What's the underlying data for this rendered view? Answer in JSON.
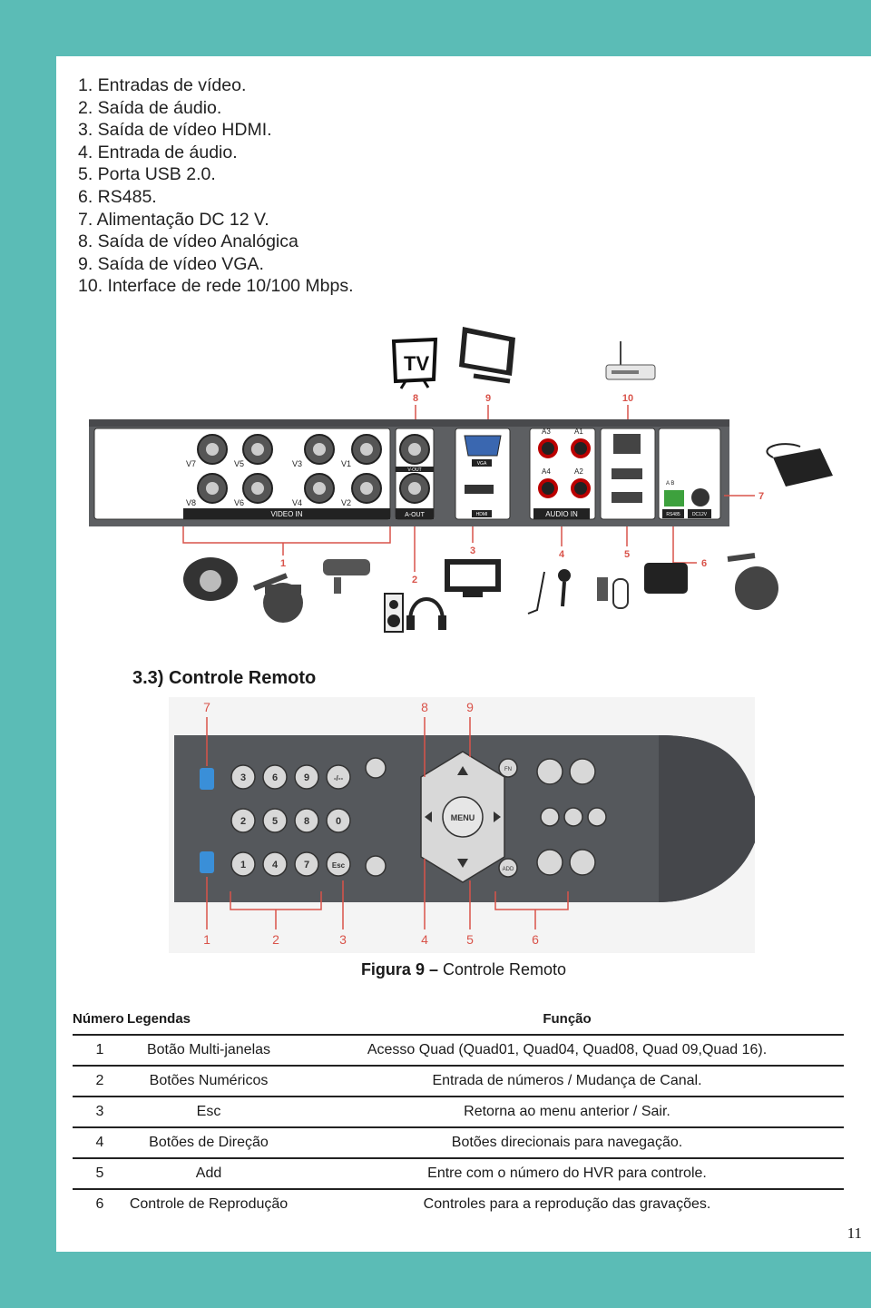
{
  "intro_list": [
    "1. Entradas de vídeo.",
    "2. Saída de áudio.",
    "3. Saída de vídeo HDMI.",
    "4. Entrada de áudio.",
    "5. Porta USB 2.0.",
    "6. RS485.",
    "7. Alimentação DC 12 V.",
    "8. Saída de vídeo Analógica",
    "9. Saída de vídeo VGA.",
    "10. Interface de rede 10/100 Mbps."
  ],
  "dvr_figure": {
    "top_callouts": [
      "8",
      "9",
      "10"
    ],
    "bottom_callouts": [
      "1",
      "2",
      "3",
      "4",
      "5",
      "6",
      "7"
    ],
    "tv_label": "TV",
    "video_in_ports": [
      "V7",
      "V5",
      "V3",
      "V1",
      "V8",
      "V6",
      "V4",
      "V2"
    ],
    "panel_labels": {
      "video_in": "VIDEO IN",
      "v_out": "V-OUT",
      "a_out": "A-OUT",
      "vga": "VGA",
      "hdmi": "HDMI",
      "audio_in": "AUDIO IN",
      "audio_ports": [
        "A3",
        "A1",
        "A4",
        "A2"
      ],
      "rs485": "RS485",
      "dc12v": "DC12V",
      "ab": "A  B"
    }
  },
  "section_heading": "3.3) Controle Remoto",
  "remote_figure": {
    "top_callouts": [
      "7",
      "8",
      "9"
    ],
    "bottom_callouts": [
      "1",
      "2",
      "3",
      "4",
      "5",
      "6"
    ],
    "keys": {
      "menu": "MENU",
      "esc": "Esc",
      "fn": "FN",
      "add": "ADD",
      "numbers_row1": [
        "3",
        "6",
        "9",
        "-/--"
      ],
      "numbers_row2": [
        "2",
        "5",
        "8",
        "0"
      ],
      "numbers_row3": [
        "1",
        "4",
        "7"
      ]
    }
  },
  "caption": {
    "bold": "Figura 9 –",
    "text": " Controle Remoto"
  },
  "table": {
    "headers": [
      "Número",
      "Legendas",
      "Função"
    ],
    "rows": [
      [
        "1",
        "Botão Multi-janelas",
        "Acesso Quad (Quad01, Quad04, Quad08, Quad 09,Quad 16)."
      ],
      [
        "2",
        "Botões Numéricos",
        "Entrada de números / Mudança de Canal."
      ],
      [
        "3",
        "Esc",
        "Retorna ao menu anterior / Sair."
      ],
      [
        "4",
        "Botões de Direção",
        "Botões direcionais para navegação."
      ],
      [
        "5",
        "Add",
        "Entre com o número do HVR para controle."
      ],
      [
        "6",
        "Controle de Reprodução",
        "Controles para a reprodução das gravações."
      ]
    ]
  },
  "page_number": "11",
  "colors": {
    "background": "#5bbcb6",
    "callout": "#d9534a",
    "panel": "#5d5f62",
    "remote": "#55585c"
  }
}
